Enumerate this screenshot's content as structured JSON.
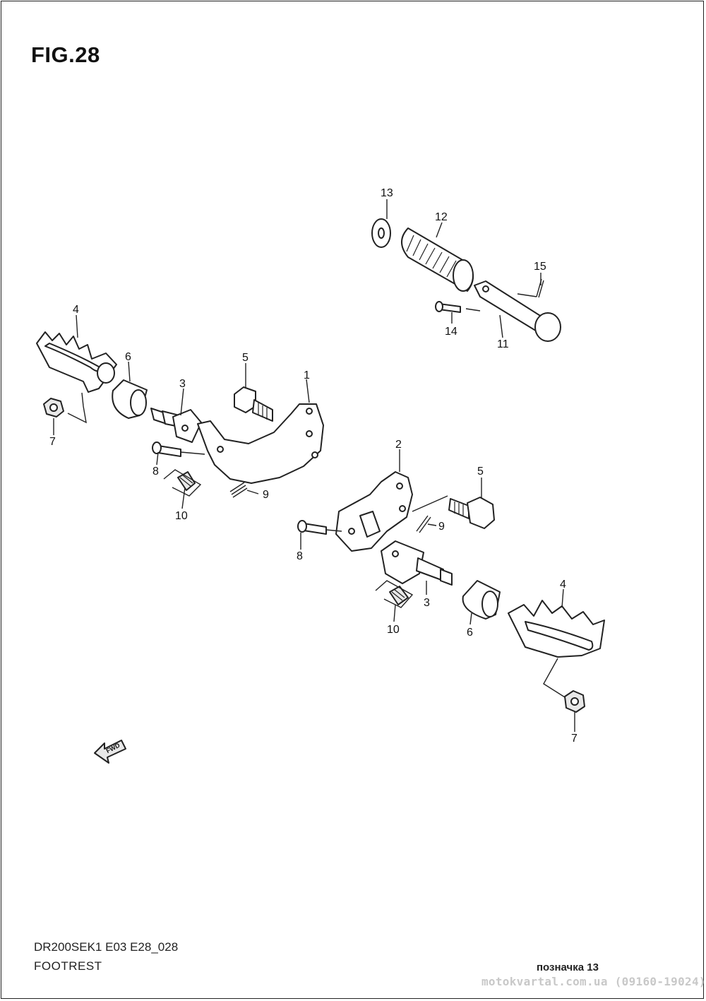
{
  "figure": {
    "title": "FIG.28"
  },
  "footer": {
    "code": "DR200SEK1 E03 E28_028",
    "section": "FOOTREST",
    "mark": "позначка 13",
    "watermark": "motokvartal.com.ua (09160-19024)"
  },
  "fwd_label": "FWD",
  "callouts": {
    "l1": "1",
    "l2": "2",
    "l3a": "3",
    "l3b": "3",
    "l4a": "4",
    "l4b": "4",
    "l5a": "5",
    "l5b": "5",
    "l6a": "6",
    "l6b": "6",
    "l7a": "7",
    "l7b": "7",
    "l8a": "8",
    "l8b": "8",
    "l9a": "9",
    "l9b": "9",
    "l10a": "10",
    "l10b": "10",
    "l11": "11",
    "l12": "12",
    "l13": "13",
    "l14": "14",
    "l15": "15"
  }
}
